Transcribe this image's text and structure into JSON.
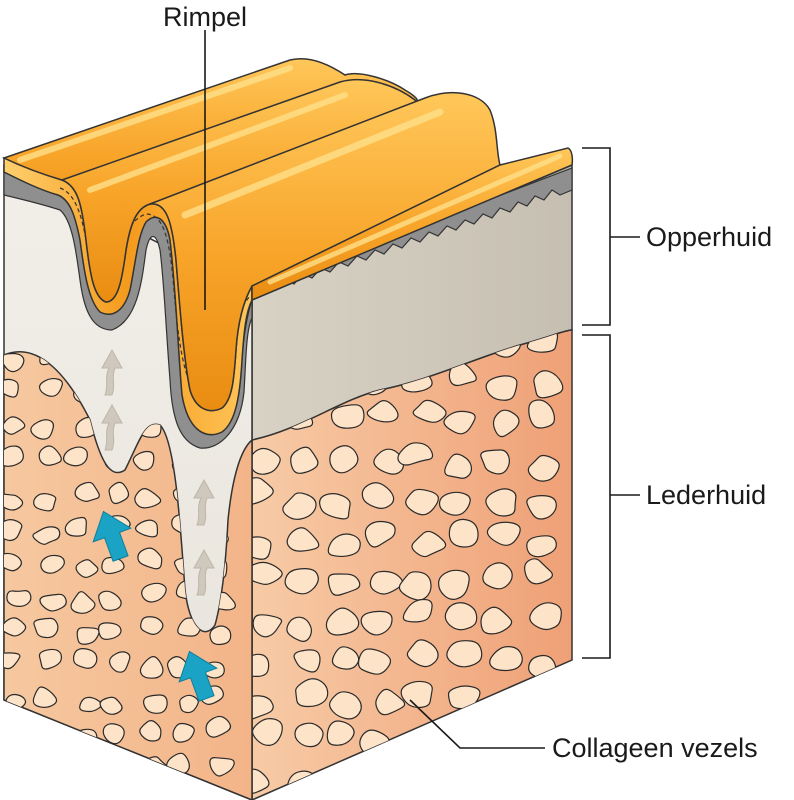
{
  "labels": {
    "wrinkle": "Rimpel",
    "epidermis": "Opperhuid",
    "dermis": "Lederhuid",
    "collagen": "Collageen vezels"
  },
  "colors": {
    "surface_orange": "#f5a623",
    "surface_highlight": "#ffd36b",
    "epidermis_gray": "#cdc6b8",
    "epidermis_dark": "#9a9a9a",
    "dermis_peach": "#f6c49a",
    "dermis_deep": "#f0a070",
    "collagen_fill": "#fde3c8",
    "channel_white": "#efece6",
    "arrow_blue": "#1ba3c6",
    "arrow_gray": "#cfc8bc"
  }
}
